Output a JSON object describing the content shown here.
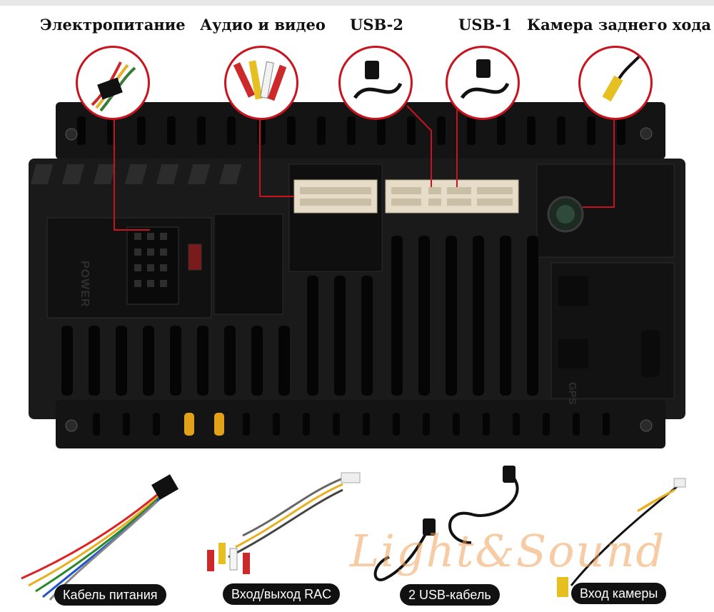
{
  "connectors": {
    "power": "Электропитание",
    "audio_video": "Аудио и видео",
    "usb2": "USB-2",
    "usb1": "USB-1",
    "rear_camera": "Камера заднего хода"
  },
  "unit_markings": {
    "power": "POWER",
    "gps": "GPS"
  },
  "accessories": [
    {
      "label": "Кабель питания"
    },
    {
      "label": "Вход/выход RAC"
    },
    {
      "label": "2 USB-кабель"
    },
    {
      "label": "Вход камеры"
    }
  ],
  "watermark": "Light&Sound",
  "colors": {
    "callout_red": "#c8141e",
    "unit_body": "#151515",
    "connector_beige": "#e6dcc7"
  }
}
